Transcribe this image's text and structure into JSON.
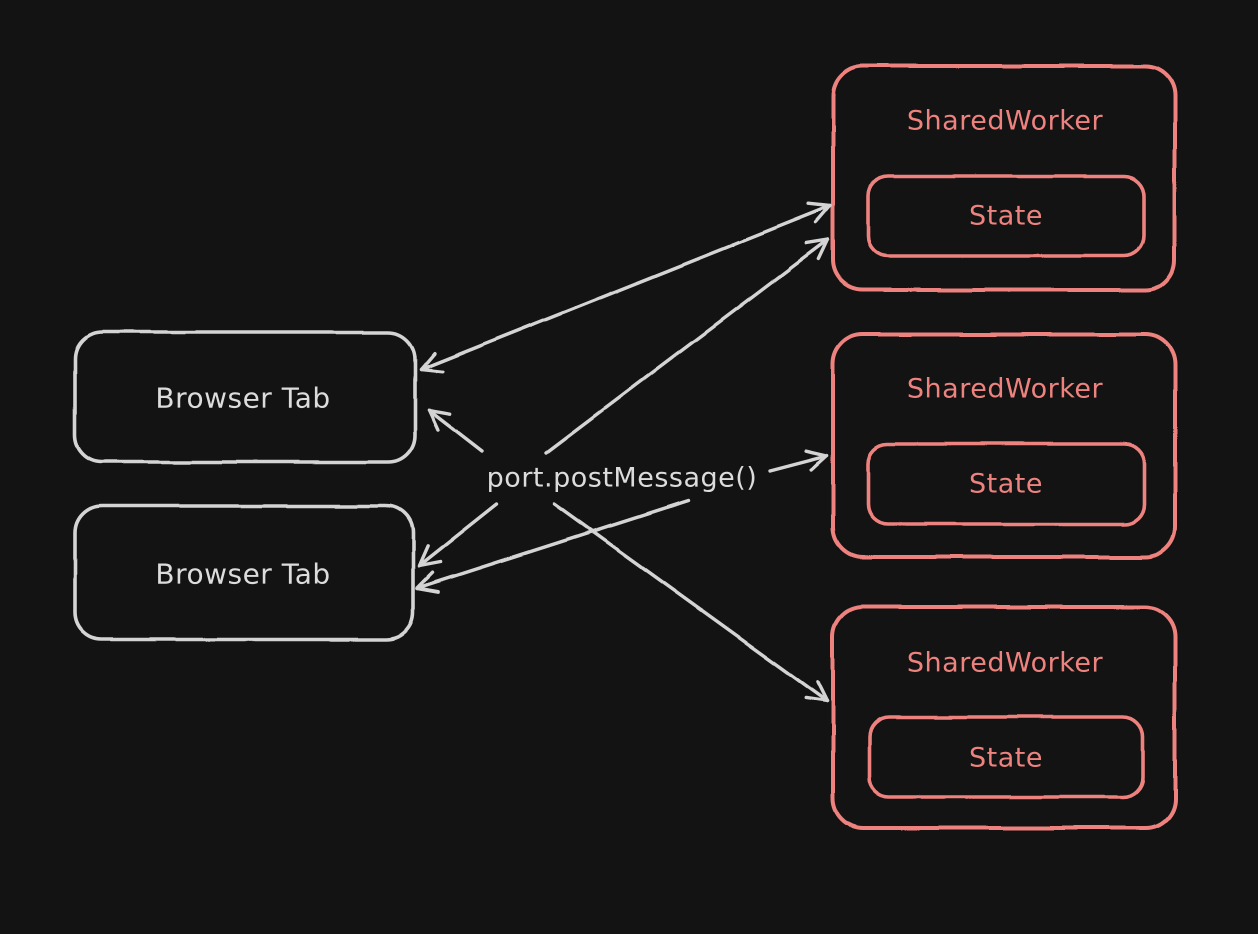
{
  "diagram": {
    "background_color": "#131313",
    "arrow_color": "#d4d4d4",
    "tab_stroke_color": "#d4d4d4",
    "worker_stroke_color": "#ee827e",
    "center_label": "port.postMessage()",
    "browser_tabs": [
      {
        "label": "Browser Tab"
      },
      {
        "label": "Browser Tab"
      }
    ],
    "shared_workers": [
      {
        "label": "SharedWorker",
        "state_label": "State"
      },
      {
        "label": "SharedWorker",
        "state_label": "State"
      },
      {
        "label": "SharedWorker",
        "state_label": "State"
      }
    ]
  }
}
